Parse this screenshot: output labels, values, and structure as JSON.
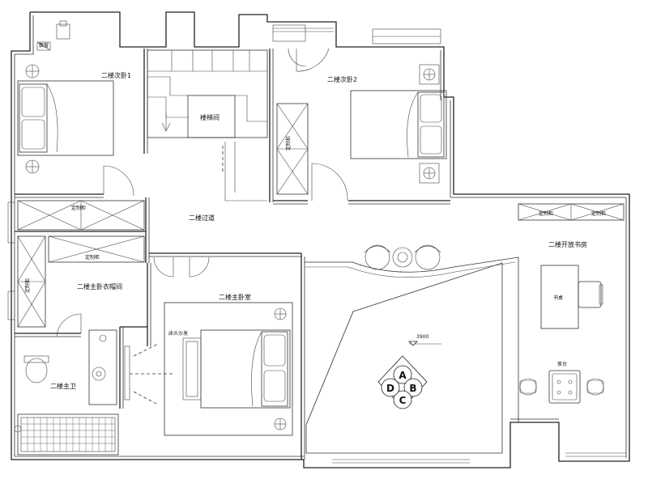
{
  "rooms": {
    "bedroom2": "二楼次卧1",
    "bedroom3": "二楼次卧2",
    "stairwell": "楼梯间",
    "corridor": "二楼过道",
    "master_closet": "二楼主卧衣帽间",
    "master_bedroom": "二楼主卧室",
    "master_bath": "二楼主卫",
    "open_study": "二楼开放书房"
  },
  "furniture": {
    "wardrobe": "定制柜",
    "window_seat": "飘窗",
    "bedside_sofa": "床头沙发",
    "desk": "书桌",
    "tea_table": "茶台"
  },
  "dimension": "3900",
  "compass": [
    "A",
    "B",
    "C",
    "D"
  ]
}
